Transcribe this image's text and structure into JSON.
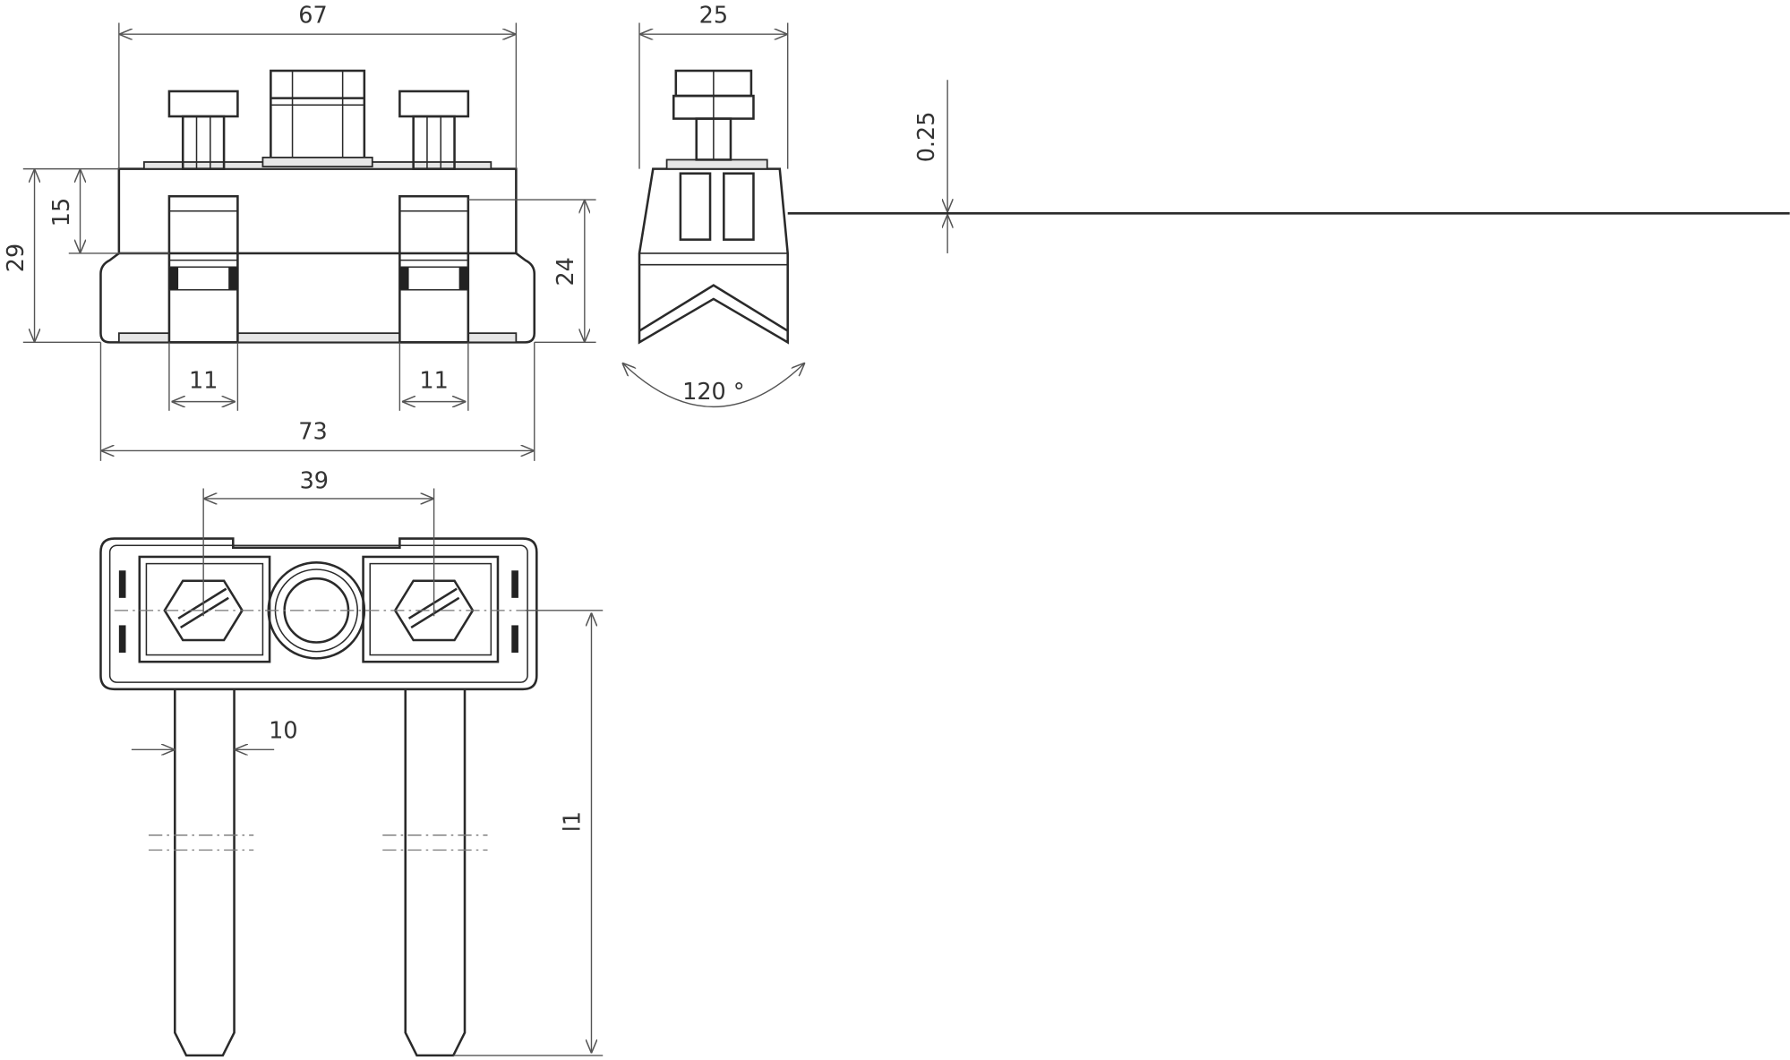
{
  "drawing": {
    "front_view": {
      "width_top": "67",
      "width_bottom": "73",
      "height_total": "29",
      "height_upper": "15",
      "height_clamp": "24",
      "clamp_width_left": "11",
      "clamp_width_right": "11"
    },
    "side_view": {
      "width": "25",
      "strip_thickness": "0.25",
      "angle": "120 °"
    },
    "top_view": {
      "pin_spacing": "39",
      "pin_width": "10",
      "pin_length": "l1"
    }
  }
}
